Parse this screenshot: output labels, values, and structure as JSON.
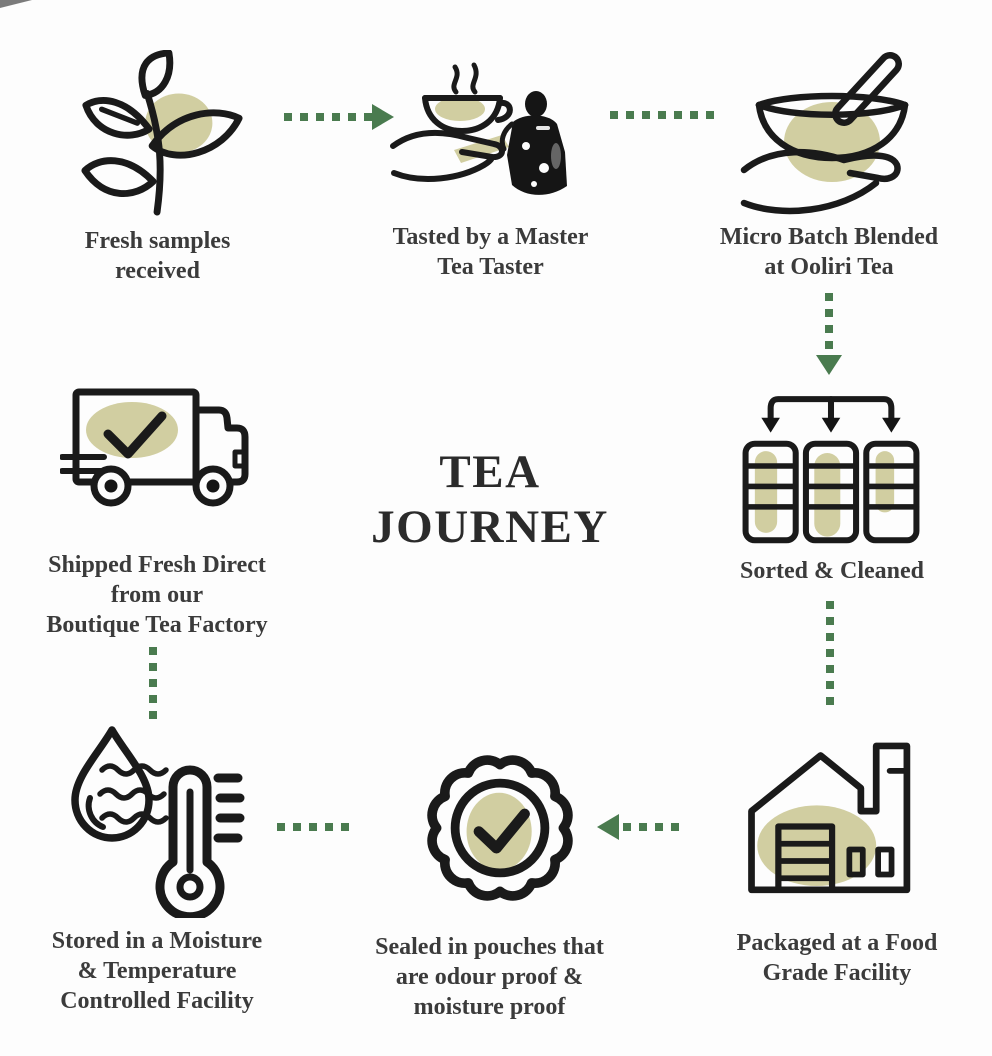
{
  "title": {
    "text": "TEA\nJOURNEY"
  },
  "steps": {
    "fresh": {
      "label": "Fresh samples\nreceived",
      "icon": "tea-leaf-icon"
    },
    "tasted": {
      "label": "Tasted by a Master\nTea Taster",
      "icon": "teacup-hand-icon"
    },
    "blended": {
      "label": "Micro Batch Blended\nat Ooliri Tea",
      "icon": "mortar-pestle-hand-icon"
    },
    "sorted": {
      "label": "Sorted & Cleaned",
      "icon": "sorting-bins-icon"
    },
    "packaged": {
      "label": "Packaged at a Food\nGrade Facility",
      "icon": "factory-icon"
    },
    "sealed": {
      "label": "Sealed in pouches that\nare odour proof &\nmoisture proof",
      "icon": "seal-badge-check-icon"
    },
    "stored": {
      "label": "Stored in a Moisture\n& Temperature\nControlled Facility",
      "icon": "droplet-thermometer-icon"
    },
    "shipped": {
      "label": "Shipped Fresh Direct\nfrom our\nBoutique Tea Factory",
      "icon": "delivery-truck-icon"
    }
  },
  "colors": {
    "accent_green": "#4a7b4f",
    "olive_blob": "#c9c690",
    "icon_ink": "#1a1a1a",
    "label_text": "#3b3b3b",
    "background": "#fdfdfd"
  }
}
